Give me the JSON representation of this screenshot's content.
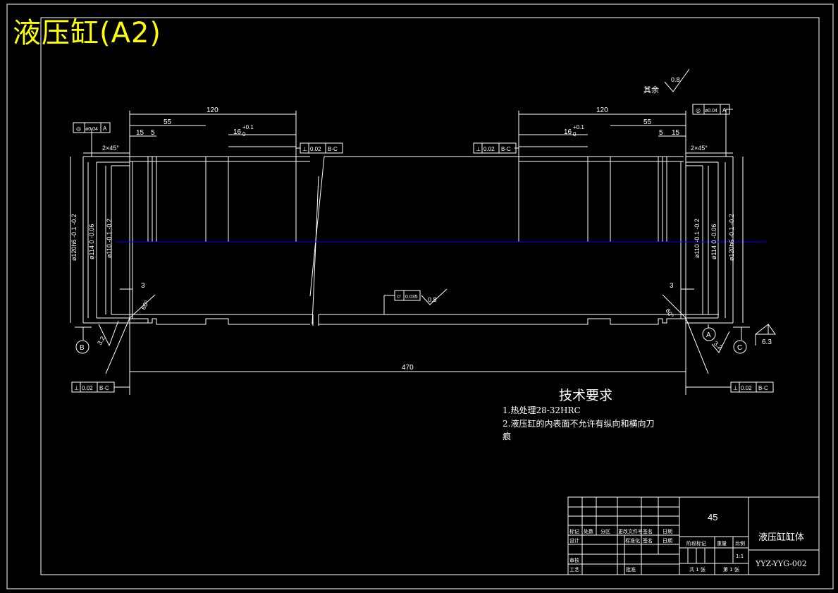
{
  "title": "液压缸(A2)",
  "roughness_general": {
    "label": "其余",
    "value": "0.8"
  },
  "dimensions": {
    "length_total": "470",
    "left_120": "120",
    "left_55": "55",
    "left_15": "15",
    "left_5": "5",
    "left_16": "16",
    "left_16_tol": "+0.1",
    "left_16_tol_low": "0",
    "right_120": "120",
    "right_55": "55",
    "right_15": "15",
    "right_5": "5",
    "right_16": "16",
    "right_16_tol": "+0.1",
    "right_16_tol_low": "0",
    "chamfer_left": "2×45°",
    "chamfer_right": "2×45°",
    "dim_3_left": "3",
    "dim_3_right": "3",
    "dia_120": "ø120h6",
    "dia_120_tol": "-0.1",
    "dia_120_tol_low": "-0.2",
    "dia_114": "ø114",
    "dia_114_tol": "0",
    "dia_114_tol_low": "-0.06",
    "dia_110": "ø110",
    "dia_110_tol": "-0.1",
    "dia_110_tol_low": "-0.2",
    "angle_left": "60°",
    "angle_right": "60°",
    "rough_32_left": "3.2",
    "rough_32_right": "3.2",
    "rough_08_mid": "0.8",
    "rough_63": "6.3"
  },
  "tolerances": {
    "coax_left": {
      "symbol": "◎",
      "value": "ø0.04",
      "datum": "A"
    },
    "coax_right": {
      "symbol": "◎",
      "value": "ø0.04",
      "datum": "A"
    },
    "perp_top_left": {
      "symbol": "⊥",
      "value": "0.02",
      "datum": "B-C"
    },
    "perp_top_right": {
      "symbol": "⊥",
      "value": "0.02",
      "datum": "B-C"
    },
    "perp_bottom_left": {
      "symbol": "⊥",
      "value": "0.02",
      "datum": "B-C"
    },
    "perp_bottom_right": {
      "symbol": "⊥",
      "value": "0.02",
      "datum": "B-C"
    },
    "cyl": {
      "symbol": "⌭",
      "value": "0.035"
    }
  },
  "datums": {
    "left": "B",
    "right_a": "A",
    "right_c": "C"
  },
  "tech_requirements": {
    "heading": "技术要求",
    "line1": "1.热处理28-32HRC",
    "line2": "2.液压缸的内表面不允许有纵向和横向刀",
    "line3": "痕"
  },
  "title_block": {
    "material": "45",
    "part_name": "液压缸缸体",
    "drawing_no": "YYZ-YYG-002",
    "headers": {
      "mark": "标记",
      "count": "处数",
      "zone": "分区",
      "change_doc": "更改文件号",
      "sign": "签名",
      "date": "日期",
      "design": "设计",
      "standard": "标准化",
      "sign2": "签名",
      "date2": "日期",
      "stage_mark": "阶段标记",
      "weight": "重量",
      "scale": "比例",
      "scale_value": "1:1",
      "review": "审核",
      "process": "工艺",
      "approve": "批准",
      "sheets_total": "共 1 张",
      "sheet_no": "第 1 张"
    }
  },
  "colors": {
    "background": "#000000",
    "line": "#ffffff",
    "title": "#ffff00",
    "centerline": "#0000ff"
  }
}
